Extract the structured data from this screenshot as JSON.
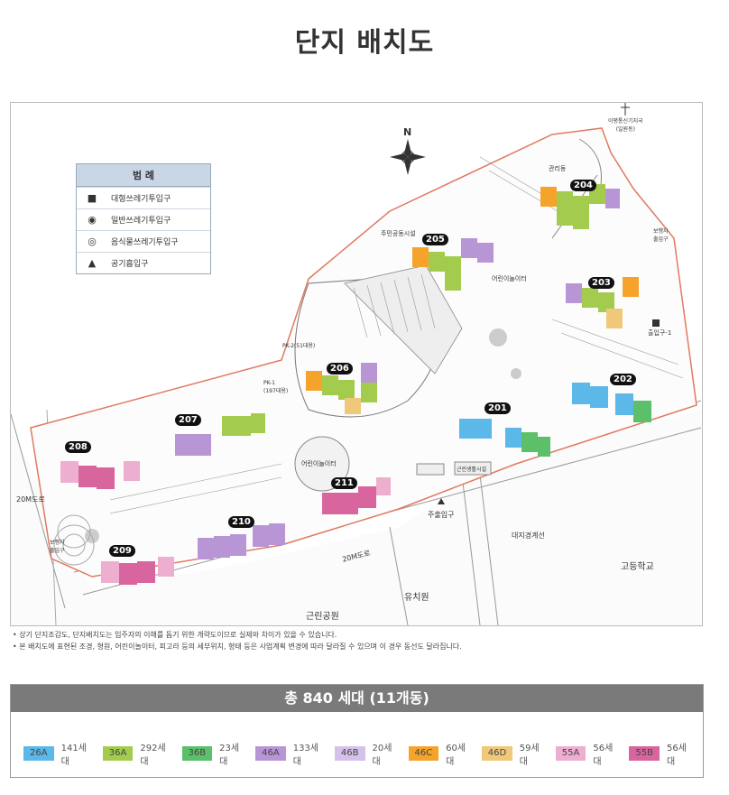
{
  "title": "단지 배치도",
  "legend": {
    "header": "범 례",
    "items": [
      {
        "symbol": "■",
        "label": "대형쓰레기투입구"
      },
      {
        "symbol": "◉",
        "label": "일반쓰레기투입구"
      },
      {
        "symbol": "◎",
        "label": "음식물쓰레기투입구"
      },
      {
        "symbol": "▲",
        "label": "공기흡입구"
      }
    ]
  },
  "map": {
    "compass": "N",
    "labels": {
      "road_left": "20M도로",
      "road_bottom": "20M도로",
      "park": "근린공원",
      "kindergarten": "유치원",
      "school": "고등학교",
      "main_entrance": "주출입구",
      "boundary": "대지경계선",
      "pedestrian_left": "보행자\n출입구",
      "pedestrian_right": "보행자\n출입구",
      "sub_entrance": "출입구-1",
      "top_right": "이평통신기지국\n(일원동)",
      "pk1": "PK-1\n(197대용)",
      "pk2": "PK-2(51대용)",
      "playground": "어린이놀이터",
      "playground2": "어린이놀이터",
      "facility": "근린생활시설",
      "shed1": "관리동",
      "shed2": "주민공동시설"
    },
    "buildings": [
      "201",
      "202",
      "203",
      "204",
      "205",
      "206",
      "207",
      "208",
      "209",
      "210",
      "211"
    ]
  },
  "notes": [
    "• 상기 단지조감도, 단지배치도는 입주자의 이해를 돕기 위한 개략도이므로 실제와 차이가 있을 수 있습니다.",
    "• 본 배치도에 표현된 조경, 형원, 어린이놀이터, 피고라 등의 세부위치, 형태 등은 사업계획 변경에 따라 달라질 수 있으며 이 경우 동선도 달라집니다."
  ],
  "summary": {
    "header": "총 840 세대 (11개동)",
    "types": [
      {
        "code": "26A",
        "count": "141세대",
        "color": "#5bb8e8"
      },
      {
        "code": "36A",
        "count": "292세대",
        "color": "#a3cc4f"
      },
      {
        "code": "36B",
        "count": "23세대",
        "color": "#5cbf6a"
      },
      {
        "code": "46A",
        "count": "133세대",
        "color": "#b896d6"
      },
      {
        "code": "46B",
        "count": "20세대",
        "color": "#d4c2ea"
      },
      {
        "code": "46C",
        "count": "60세대",
        "color": "#f5a32b"
      },
      {
        "code": "46D",
        "count": "59세대",
        "color": "#f0c87a"
      },
      {
        "code": "55A",
        "count": "56세대",
        "color": "#eeaed0"
      },
      {
        "code": "55B",
        "count": "56세대",
        "color": "#d8659d"
      }
    ]
  }
}
